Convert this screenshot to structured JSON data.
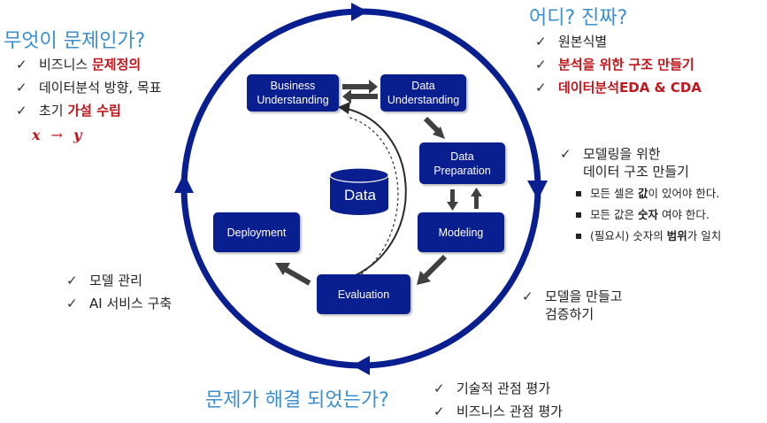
{
  "headings": {
    "top_left": "무엇이 문제인가?",
    "top_right": "어디? 진짜?",
    "bottom": "문제가 해결 되었는가?"
  },
  "top_left_list": [
    {
      "plain": "비즈니스 ",
      "highlight": "문제정의"
    },
    {
      "plain": "데이터분석 방향, 목표",
      "highlight": ""
    },
    {
      "plain": "초기 ",
      "highlight": "가설 수립"
    }
  ],
  "formula": {
    "left": "x",
    "arrow": "→",
    "right": "y"
  },
  "top_right_list": [
    {
      "plain": "원본식별",
      "highlight": ""
    },
    {
      "plain": "",
      "highlight": "분석을 위한 구조 만들기"
    },
    {
      "plain": "",
      "highlight": "데이터분석EDA & CDA"
    }
  ],
  "modeling_note": {
    "line1": "모델링을 위한",
    "line2": "데이터 구조 만들기",
    "bullets": [
      {
        "pre": "모든 셀은 ",
        "bold": "값",
        "post": "이 있어야 한다."
      },
      {
        "pre": "모든 값은 ",
        "bold": "숫자",
        "post": " 여야 한다."
      },
      {
        "pre": "(필요시) 숫자의 ",
        "bold": "범위",
        "post": "가 일치"
      }
    ]
  },
  "model_validate": {
    "line1": "모델을 만들고",
    "line2": "검증하기"
  },
  "deploy_list": [
    "모델 관리",
    "AI 서비스 구축"
  ],
  "eval_list": [
    "기술적 관점 평가",
    "비즈니스 관점 평가"
  ],
  "check_mark": "✓",
  "boxes": {
    "business": [
      "Business",
      "Understanding"
    ],
    "data_understanding": [
      "Data",
      "Understanding"
    ],
    "data_preparation": [
      "Data",
      "Preparation"
    ],
    "modeling": "Modeling",
    "evaluation": "Evaluation",
    "deployment": "Deployment"
  },
  "database_label": "Data",
  "colors": {
    "box": "#0a1f8f",
    "heading": "#3b8fd1",
    "accent_red": "#c0161c",
    "ring": "#0a1f8f",
    "arrow": "#404040"
  }
}
